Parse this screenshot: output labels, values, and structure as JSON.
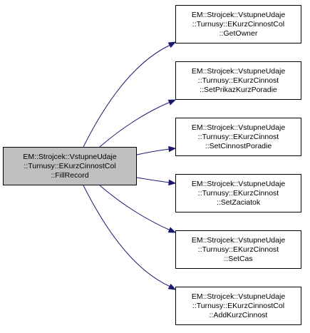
{
  "diagram": {
    "source": {
      "lines": [
        "EM::Strojcek::VstupneUdaje",
        "::Turnusy::EKurzCinnostCol",
        "::FillRecord"
      ]
    },
    "targets": [
      {
        "lines": [
          "EM::Strojcek::VstupneUdaje",
          "::Turnusy::EKurzCinnostCol",
          "::GetOwner"
        ]
      },
      {
        "lines": [
          "EM::Strojcek::VstupneUdaje",
          "::Turnusy::EKurzCinnost",
          "::SetPrikazKurzPoradie"
        ]
      },
      {
        "lines": [
          "EM::Strojcek::VstupneUdaje",
          "::Turnusy::EKurzCinnost",
          "::SetCinnostPoradie"
        ]
      },
      {
        "lines": [
          "EM::Strojcek::VstupneUdaje",
          "::Turnusy::EKurzCinnost",
          "::SetZaciatok"
        ]
      },
      {
        "lines": [
          "EM::Strojcek::VstupneUdaje",
          "::Turnusy::EKurzCinnost",
          "::SetCas"
        ]
      },
      {
        "lines": [
          "EM::Strojcek::VstupneUdaje",
          "::Turnusy::EKurzCinnostCol",
          "::AddKurzCinnost"
        ]
      }
    ],
    "colors": {
      "edge": "#191970",
      "source_fill": "#bfbfbf",
      "node_fill": "#ffffff",
      "border": "#000000"
    }
  }
}
